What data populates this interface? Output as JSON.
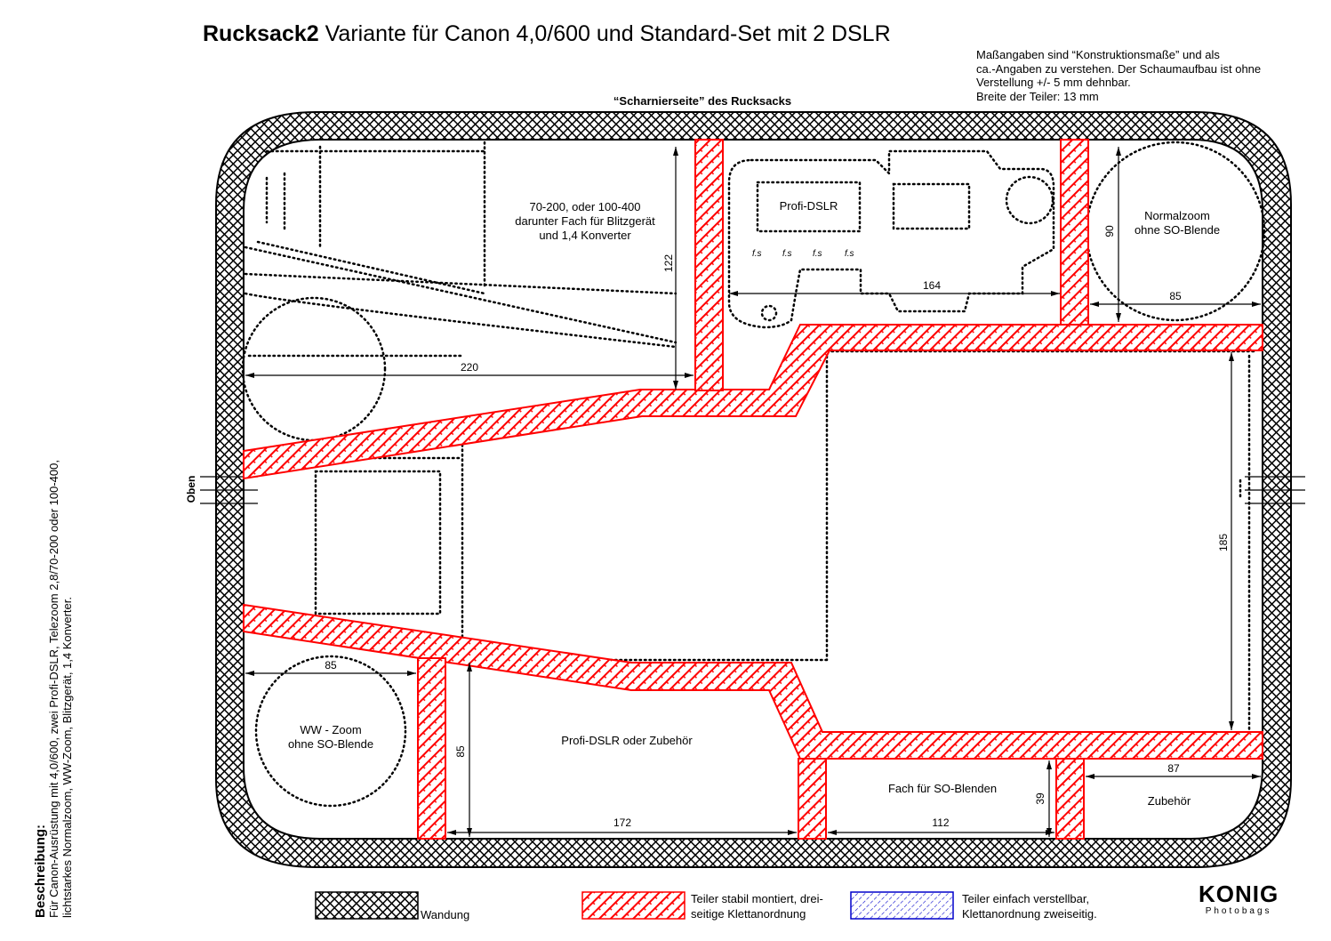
{
  "title": {
    "bold": "Rucksack2",
    "rest": " Variante für Canon 4,0/600 und Standard-Set mit 2 DSLR"
  },
  "note_lines": [
    "Maßangaben sind “Konstruktionsmaße” und als",
    "ca.-Angaben zu verstehen. Der Schaumaufbau ist ohne",
    "Verstellung +/- 5 mm dehnbar.",
    "Breite der Teiler: 13 mm"
  ],
  "hinge_label": "“Scharnierseite” des Rucksacks",
  "top_label": "Oben",
  "description": {
    "heading": "Beschreibung:",
    "lines": [
      "Für Canon-Ausrüstung mit 4,0/600, zwei Profi-DSLR, Telezoom 2,8/70-200 oder 100-400,",
      "lichtstarkes Normalzoom, WW-Zoom, Blitzgerät, 1,4 Konverter."
    ]
  },
  "compartments": {
    "telezoom": [
      "70-200, oder 100-400",
      "darunter Fach für Blitzgerät",
      "und 1,4 Konverter"
    ],
    "profi_dslr": "Profi-DSLR",
    "normalzoom": [
      "Normalzoom",
      "ohne SO-Blende"
    ],
    "ww_zoom": [
      "WW - Zoom",
      "ohne SO-Blende"
    ],
    "profi_dslr_zubehoer": "Profi-DSLR oder Zubehör",
    "so_blenden": "Fach für SO-Blenden",
    "zubehoer": "Zubehör"
  },
  "dimensions": {
    "d122": "122",
    "d90": "90",
    "d164": "164",
    "d85_top": "85",
    "d220": "220",
    "d185": "185",
    "d85_left": "85",
    "d85_vert": "85",
    "d172": "172",
    "d112": "112",
    "d39": "39",
    "d87": "87"
  },
  "legend": {
    "wall": "Wandung",
    "fixed": [
      "Teiler stabil montiert, drei-",
      "seitige Klettanordnung"
    ],
    "adjustable": [
      "Teiler einfach verstellbar,",
      "Klettanordnung zweiseitig."
    ]
  },
  "logo": {
    "brand": "KONIG",
    "sub": "Photobags"
  },
  "colors": {
    "divider": "#ff0000",
    "adjustable": "#0000cc",
    "wall": "#000000"
  }
}
